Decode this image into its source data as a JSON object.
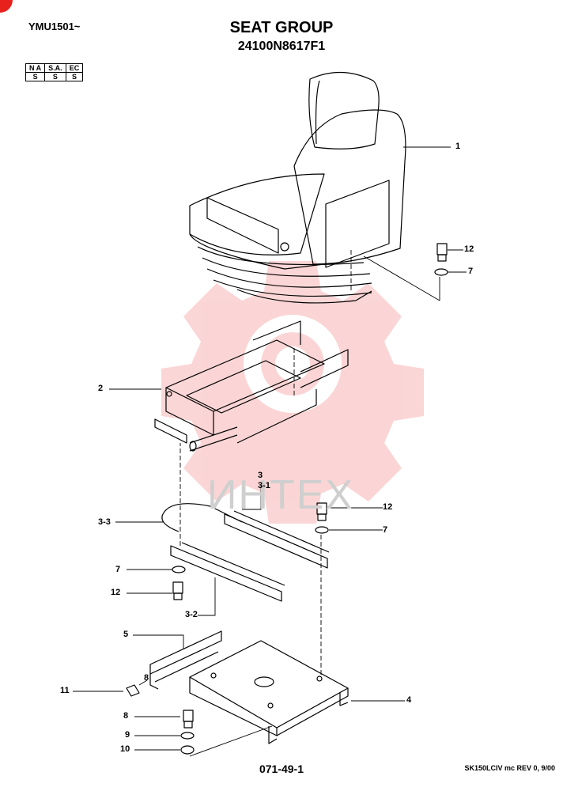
{
  "header": {
    "model_code": "YMU1501~",
    "title": "SEAT GROUP",
    "part_number": "24100N8617F1"
  },
  "region_table": {
    "headers": [
      "N A",
      "S.A.",
      "EC"
    ],
    "values": [
      "S",
      "S",
      "S"
    ]
  },
  "watermark": "ИНТЕХ",
  "colors": {
    "watermark_gear": "#f26b6b",
    "corner_badge": "#e8211c"
  },
  "footer": {
    "page_code": "071-49-1",
    "revision": "SK150LCIV mc REV 0, 9/00"
  },
  "callouts": [
    "1",
    "12",
    "7",
    "2",
    "3",
    "3-1",
    "12",
    "7",
    "3-3",
    "7",
    "12",
    "3-2",
    "5",
    "8",
    "11",
    "4",
    "8",
    "9",
    "10"
  ]
}
